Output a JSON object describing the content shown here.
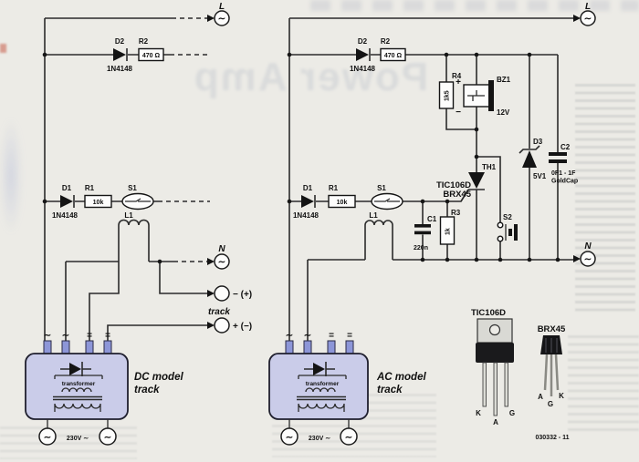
{
  "bleedthrough": {
    "mirrored_text": "Power Amp"
  },
  "symbols": {
    "ac": "∼",
    "dc": "="
  },
  "figure_number": "030332 - 11",
  "left": {
    "l_terminal": "L",
    "n_terminal": "N",
    "d2": {
      "ref": "D2",
      "part": "1N4148"
    },
    "r2": {
      "ref": "R2",
      "value": "470 Ω"
    },
    "d1": {
      "ref": "D1",
      "part": "1N4148"
    },
    "r1": {
      "ref": "R1",
      "value": "10k"
    },
    "s1": {
      "ref": "S1"
    },
    "l1": {
      "ref": "L1"
    },
    "track": {
      "minus": "− (+)",
      "plus": "+ (−)",
      "label": "track"
    },
    "transformer": {
      "name": "transformer",
      "caption1": "DC model",
      "caption2": "track",
      "mains": "230V ∼"
    }
  },
  "right": {
    "l_terminal": "L",
    "n_terminal": "N",
    "d2": {
      "ref": "D2",
      "part": "1N4148"
    },
    "r2": {
      "ref": "R2",
      "value": "470 Ω"
    },
    "r4": {
      "ref": "R4",
      "value": "1k5"
    },
    "bz1": {
      "ref": "BZ1",
      "plus": "+",
      "minus": "−",
      "value": "12V"
    },
    "d1": {
      "ref": "D1",
      "part": "1N4148"
    },
    "r1": {
      "ref": "R1",
      "value": "10k"
    },
    "s1": {
      "ref": "S1"
    },
    "l1": {
      "ref": "L1"
    },
    "c1": {
      "ref": "C1",
      "value": "220n"
    },
    "r3": {
      "ref": "R3",
      "value": "1k"
    },
    "th1": {
      "ref": "TH1",
      "part1": "TIC106D",
      "part2": "BRX45"
    },
    "s2": {
      "ref": "S2"
    },
    "d3": {
      "ref": "D3",
      "value": "5V1"
    },
    "c2": {
      "ref": "C2",
      "value": "0F1 - 1F",
      "value2": "GoldCap"
    },
    "transformer": {
      "name": "transformer",
      "caption1": "AC model",
      "caption2": "track",
      "mains": "230V ∼"
    }
  },
  "packages": {
    "tic106d": {
      "name": "TIC106D",
      "pin1": "K",
      "pin2": "A",
      "pin3": "G"
    },
    "brx45": {
      "name": "BRX45",
      "pin1": "A",
      "pin2": "G",
      "pin3": "K"
    }
  }
}
